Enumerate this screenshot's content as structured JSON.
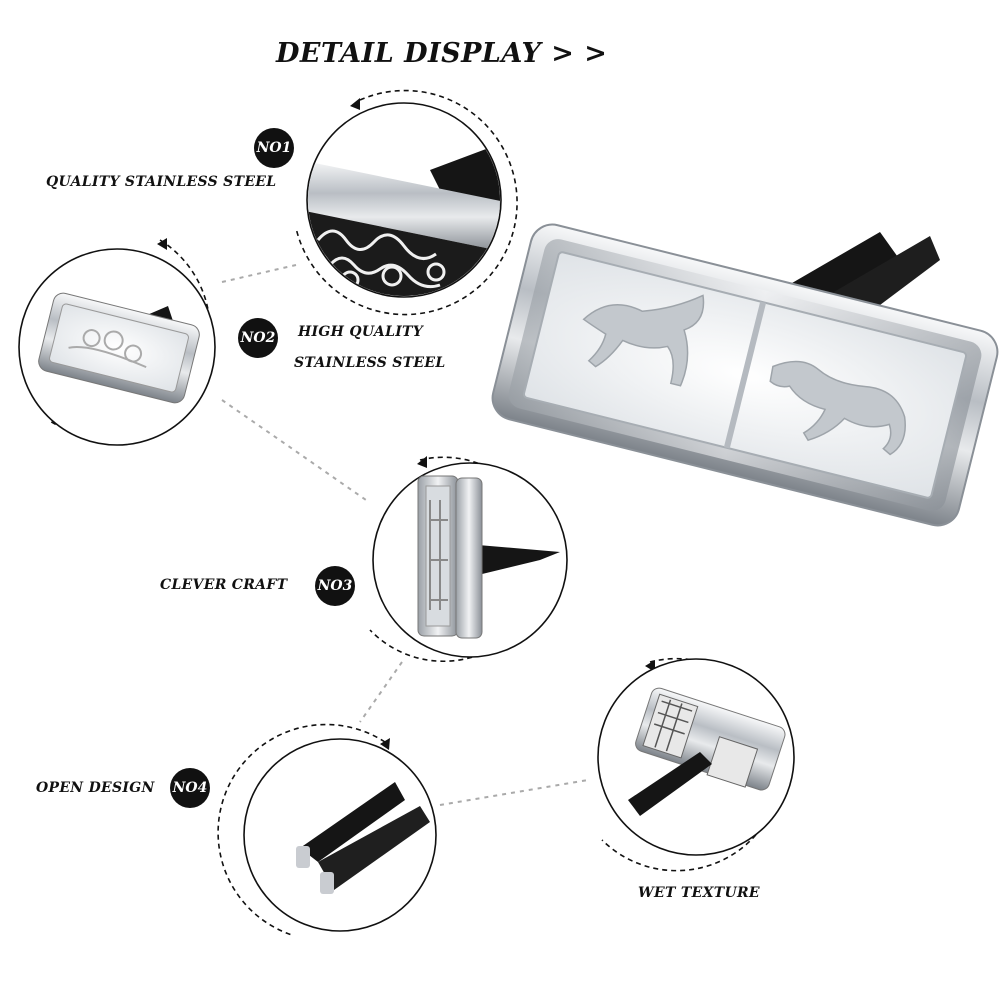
{
  "header": {
    "title": "DETAIL DISPLAY",
    "arrows": "> >"
  },
  "features": [
    {
      "badge": "NO1",
      "label": "QUALITY STAINLESS STEEL"
    },
    {
      "badge": "NO2",
      "label_line1": "HIGH QUALITY",
      "label_line2": "STAINLESS STEEL"
    },
    {
      "badge": "NO3",
      "label": "CLEVER CRAFT"
    },
    {
      "badge": "NO4",
      "label": "OPEN DESIGN"
    },
    {
      "label": "WET TEXTURE"
    }
  ],
  "colors": {
    "ink": "#111111",
    "steel": "#c9ccd1",
    "pad": "#eef0f2",
    "clip": "#151515"
  }
}
